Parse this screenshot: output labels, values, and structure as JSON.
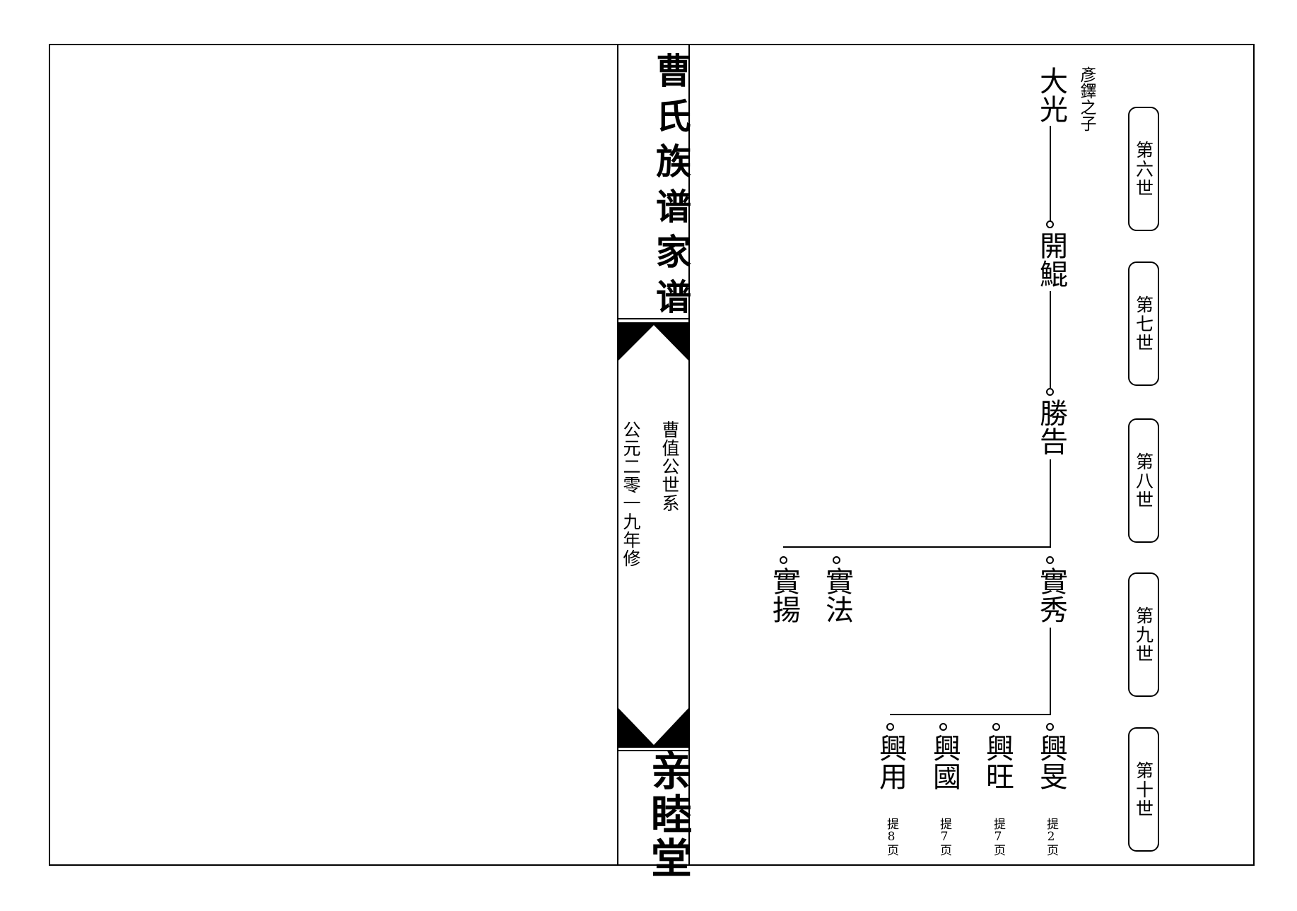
{
  "spine": {
    "title": "曹氏族谱家谱",
    "lineage": "曹值公世系",
    "edition": "公元二零一九年修",
    "hall": "亲睦堂"
  },
  "generations": [
    "第六世",
    "第七世",
    "第八世",
    "第九世",
    "第十世"
  ],
  "tree": {
    "root_note": "彥鐸之子",
    "gen6": "大光",
    "gen7": "開鯤",
    "gen8": "勝告",
    "gen9": [
      "實秀",
      "實法",
      "實揚"
    ],
    "gen10": [
      "興旻",
      "興旺",
      "興國",
      "興用"
    ],
    "page_refs": [
      "提2页",
      "提7页",
      "提7页",
      "提8页"
    ]
  }
}
